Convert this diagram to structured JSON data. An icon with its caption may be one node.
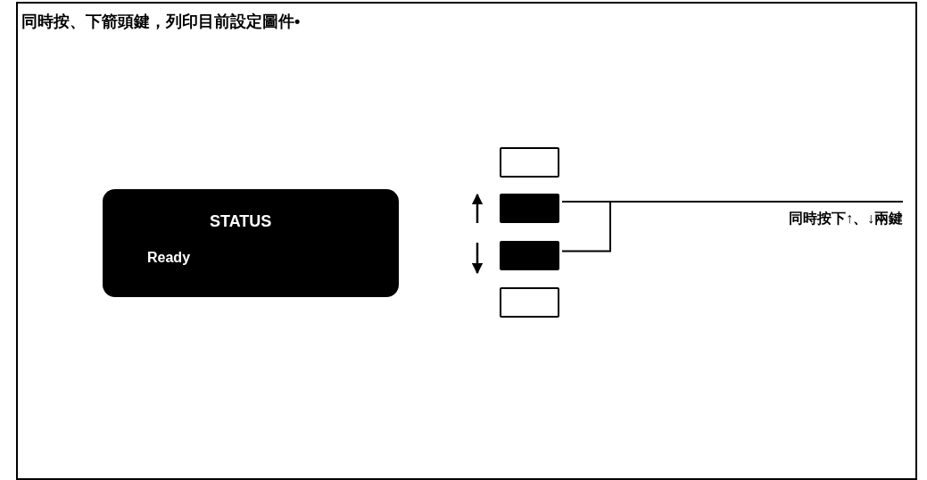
{
  "diagram": {
    "title": "同時按、下箭頭鍵，列印目前設定圖件•",
    "nodes": [
      {
        "text": [
          "STATUS",
          "Ready"
        ]
      },
      {
        "text": [],
        "shape": "box"
      },
      {
        "text": [],
        "shape": "box"
      },
      {
        "text": [],
        "shape": "box"
      },
      {
        "text": [],
        "shape": "box"
      },
      {
        "text": [
          "同時按下↑、↓兩鍵"
        ]
      }
    ],
    "edges": [
      {
        "from": 5,
        "to": 2,
        "arrow": "none"
      },
      {
        "from": 5,
        "to": 3,
        "arrow": "none"
      }
    ]
  }
}
